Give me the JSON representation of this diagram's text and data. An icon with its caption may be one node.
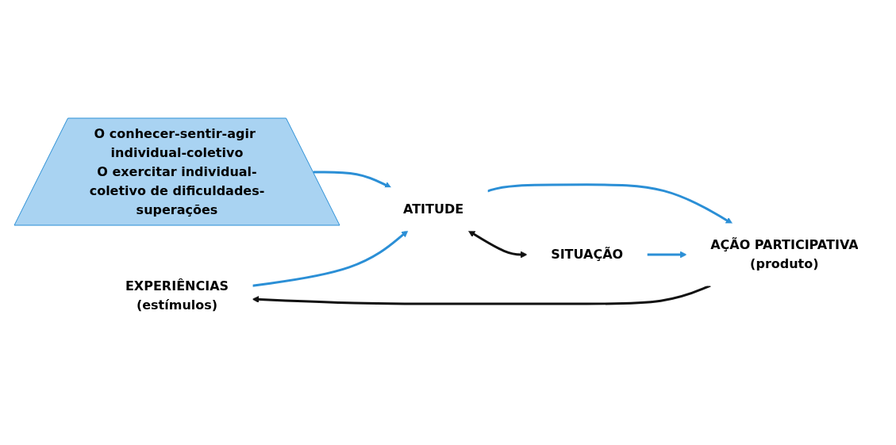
{
  "diagram": {
    "nodes": [
      {
        "text": [
          "O conhecer-sentir-agir individual-coletivo",
          "O exercitar individual-coletivo de dificuldades-superações"
        ]
      },
      {
        "text": [
          "EXPERIÊNCIAS",
          "(estímulos)"
        ]
      },
      {
        "text": [
          "ATITUDE"
        ]
      },
      {
        "text": [
          "SITUAÇÃO"
        ]
      },
      {
        "text": [
          "AÇÃO PARTICIPATIVA",
          "(produto)"
        ]
      }
    ],
    "edges": [
      {
        "from": 0,
        "to": 2,
        "arrow": "to",
        "color": "#2b8fd6"
      },
      {
        "from": 1,
        "to": 2,
        "arrow": "to",
        "color": "#2b8fd6"
      },
      {
        "from": 2,
        "to": 3,
        "arrow": "both",
        "color": "#111111"
      },
      {
        "from": 2,
        "to": 4,
        "arrow": "to",
        "color": "#2b8fd6"
      },
      {
        "from": 3,
        "to": 4,
        "arrow": "to",
        "color": "#2b8fd6"
      },
      {
        "from": 4,
        "to": 1,
        "arrow": "to",
        "color": "#111111"
      }
    ]
  }
}
